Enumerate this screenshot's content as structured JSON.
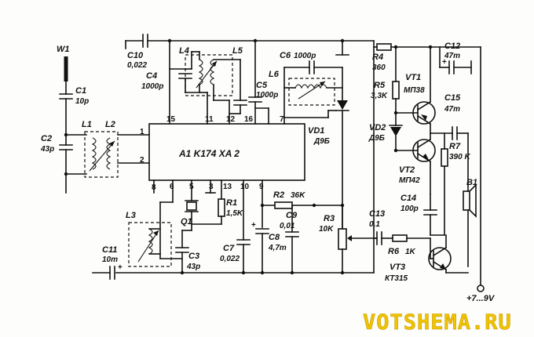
{
  "ic": {
    "name": "A1 K174 XA 2",
    "pins": [
      "1",
      "2",
      "15",
      "11",
      "12",
      "16",
      "7",
      "8",
      "6",
      "5",
      "3",
      "13",
      "10",
      "9"
    ]
  },
  "components": {
    "W1": {
      "ref": "W1"
    },
    "C1": {
      "ref": "C1",
      "value": "10p"
    },
    "C2": {
      "ref": "C2",
      "value": "43p"
    },
    "L1": {
      "ref": "L1"
    },
    "L2": {
      "ref": "L2"
    },
    "C10": {
      "ref": "C10",
      "value": "0,022"
    },
    "C4": {
      "ref": "C4",
      "value": "1000p"
    },
    "L4": {
      "ref": "L4"
    },
    "L5": {
      "ref": "L5"
    },
    "C5": {
      "ref": "C5",
      "value": "1000p"
    },
    "C6": {
      "ref": "C6",
      "value": "1000p"
    },
    "L6": {
      "ref": "L6"
    },
    "VD1": {
      "ref": "VD1",
      "value": "Д9Б"
    },
    "R4": {
      "ref": "R4",
      "value": "360"
    },
    "R5": {
      "ref": "R5",
      "value": "3,3K"
    },
    "VT1": {
      "ref": "VT1",
      "value": "МП38"
    },
    "C12": {
      "ref": "C12",
      "value": "47m"
    },
    "C15": {
      "ref": "C15",
      "value": "47m"
    },
    "VD2": {
      "ref": "VD2",
      "value": "Д9Б"
    },
    "R7": {
      "ref": "R7",
      "value": "390 K"
    },
    "VT2": {
      "ref": "VT2",
      "value": "МП42"
    },
    "B1": {
      "ref": "B1"
    },
    "L3": {
      "ref": "L3"
    },
    "Q1": {
      "ref": "Q1"
    },
    "R1": {
      "ref": "R1",
      "value": "1,5K"
    },
    "C3": {
      "ref": "C3",
      "value": "43p"
    },
    "C7": {
      "ref": "C7",
      "value": "0,022"
    },
    "C8": {
      "ref": "C8",
      "value": "4,7m"
    },
    "R2": {
      "ref": "R2",
      "value": "36K"
    },
    "C9": {
      "ref": "C9",
      "value": "0,01"
    },
    "R3": {
      "ref": "R3",
      "value": "10K"
    },
    "C13": {
      "ref": "C13",
      "value": "0,1"
    },
    "C14": {
      "ref": "C14",
      "value": "100p"
    },
    "R6": {
      "ref": "R6",
      "value": "1K"
    },
    "VT3": {
      "ref": "VT3",
      "value": "КТ315"
    },
    "C11": {
      "ref": "C11",
      "value": "10m"
    }
  },
  "power": {
    "label": "+7...9V"
  },
  "watermark": {
    "text": "VOTSHEMA.RU"
  },
  "colors": {
    "ink": "#111111",
    "watermark": "#f0c400",
    "watermark_outline": "#c99a00",
    "paper": "#fdfdfb"
  }
}
